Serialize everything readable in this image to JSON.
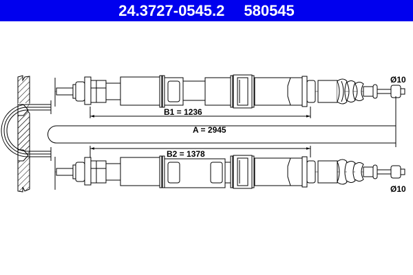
{
  "header": {
    "part_number": "24.3727-0545.2",
    "ref_number": "580545",
    "background": "#0000ee",
    "text_color": "#ffffff"
  },
  "drawing": {
    "type": "parking brake cable technical drawing",
    "dimensions": {
      "B1": "B1 = 1236",
      "A": "A = 2945",
      "B2": "B2 = 1378",
      "diameter_top": "Ø10",
      "diameter_bottom": "Ø10"
    },
    "line_color": "#000000",
    "centerline_color": "#888888"
  }
}
